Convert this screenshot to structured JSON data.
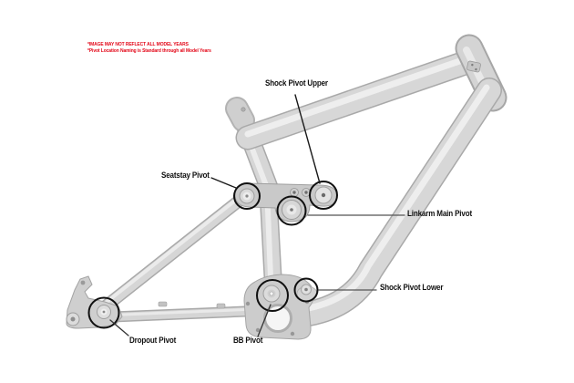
{
  "diagram": {
    "disclaimer": {
      "line1": "*IMAGE MAY NOT REFLECT ALL MODEL YEARS",
      "line2": "*Pivot Location Naming is Standard through all Model Years"
    },
    "labels": {
      "shock_pivot_upper": "Shock Pivot Upper",
      "seatstay_pivot": "Seatstay Pivot",
      "linkarm_main_pivot": "Linkarm Main Pivot",
      "shock_pivot_lower": "Shock Pivot Lower",
      "bb_pivot": "BB Pivot",
      "dropout_pivot": "Dropout Pivot"
    },
    "colors": {
      "background": "#ffffff",
      "frame_gray": "#d6d6d6",
      "frame_edge": "#adadad",
      "frame_highlight": "#ededed",
      "annotation_black": "#111111",
      "leader_gray": "#555555",
      "disclaimer_red": "#e30617"
    }
  }
}
